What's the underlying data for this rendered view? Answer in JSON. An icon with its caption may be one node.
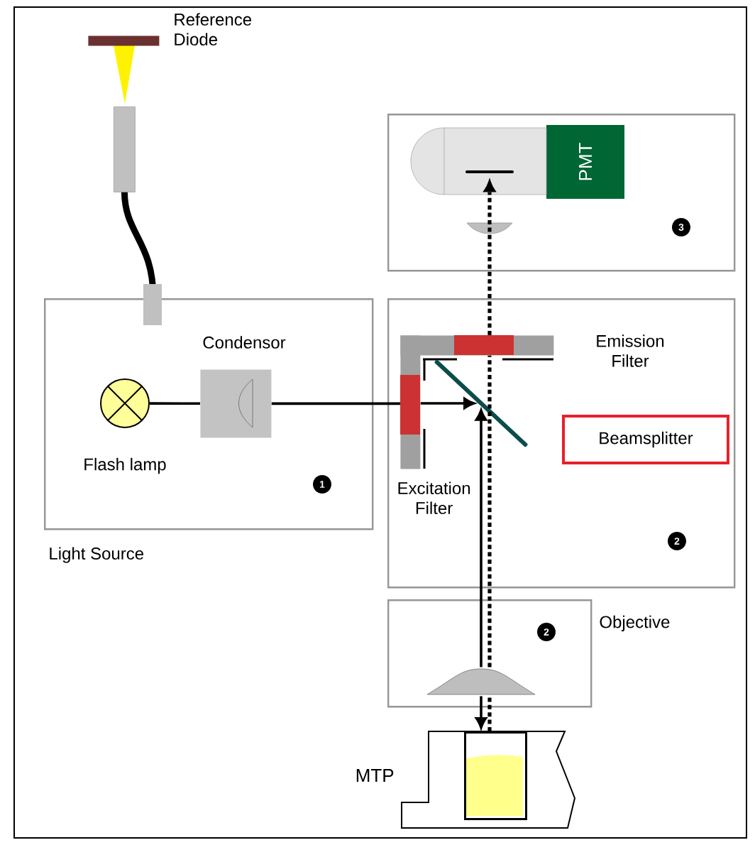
{
  "diagram": {
    "nodes": [
      {
        "text": [
          "Reference Diode"
        ]
      },
      {
        "text": [],
        "shape": "box"
      },
      {
        "text": [
          "3"
        ]
      },
      {
        "text": [
          "PMT"
        ],
        "in": 2
      },
      {
        "text": [],
        "shape": "bar",
        "in": 2
      },
      {
        "text": [
          "Light Source",
          "1"
        ]
      },
      {
        "text": [
          "Flash lamp"
        ],
        "in": 5
      },
      {
        "text": [
          "Condensor"
        ],
        "in": 5
      },
      {
        "text": [
          "2"
        ]
      },
      {
        "text": [
          "Emission Filter"
        ],
        "in": 8
      },
      {
        "text": [
          "Excitation Filter"
        ],
        "in": 8
      },
      {
        "text": [],
        "shape": "bar",
        "in": 8
      },
      {
        "text": [
          "Beamsplitter"
        ],
        "in": 8
      },
      {
        "text": [
          "Objective",
          "2"
        ]
      },
      {
        "text": [],
        "shape": "lens",
        "in": 13
      },
      {
        "text": [
          "MTP"
        ]
      },
      {
        "text": [],
        "shape": "box",
        "in": 15
      }
    ],
    "edges": [
      {
        "from": 5,
        "to": 1,
        "arrow": "none",
        "style": "thick"
      },
      {
        "from": 6,
        "to": 7,
        "arrow": "none"
      },
      {
        "from": 7,
        "to": 10,
        "arrow": "none"
      },
      {
        "from": 10,
        "to": 11,
        "arrow": "to"
      },
      {
        "from": 14,
        "to": 11,
        "arrow": "to"
      },
      {
        "from": 14,
        "to": 16,
        "arrow": "to"
      },
      {
        "from": 16,
        "to": 14,
        "arrow": "none",
        "style": "dashed"
      },
      {
        "from": 14,
        "to": 9,
        "arrow": "none",
        "style": "dashed"
      },
      {
        "from": 9,
        "to": 4,
        "arrow": "to",
        "style": "dashed"
      }
    ]
  }
}
